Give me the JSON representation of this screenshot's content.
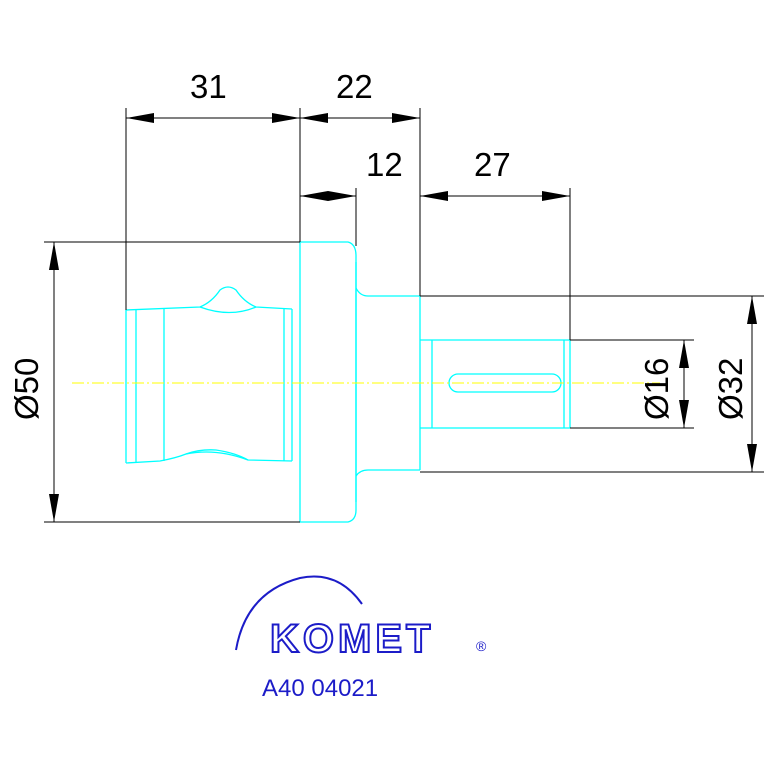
{
  "dimensions": {
    "d31": "31",
    "d22": "22",
    "d12": "12",
    "d27": "27",
    "dia50": "Ø50",
    "dia16": "Ø16",
    "dia32": "Ø32"
  },
  "logo": {
    "brand": "KOMET",
    "registered_mark": "®"
  },
  "part_code": "A40 04021",
  "colors": {
    "outline": "#00ffff",
    "dimension": "#000000",
    "centerline": "#ffff00",
    "logo": "#1c1cc8"
  }
}
